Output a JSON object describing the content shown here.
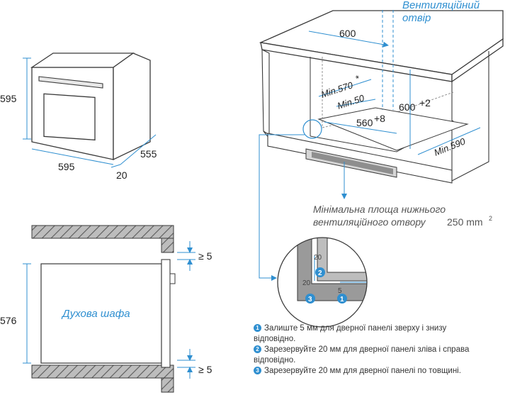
{
  "oven_front": {
    "height": "595",
    "width": "595",
    "depth": "555",
    "door": "20"
  },
  "cabinet": {
    "vent_label_line1": "Вентиляційний",
    "vent_label_line2": "отвір",
    "width_600": "600",
    "min_570": "Min.570",
    "min_570_sup": "*",
    "min_50": "Min.50",
    "height_600": "600",
    "height_600_sup": "+2",
    "width_560": "560",
    "width_560_sup": "+8",
    "min_590": "Min.590"
  },
  "vent_area": {
    "line1": "Мінімальна площа нижнього",
    "line2": "вентиляційного отвору",
    "value": "250 mm",
    "sup": "2"
  },
  "side_view": {
    "oven_label": "Духова шафа",
    "height": "576",
    "gap_top": "≥ 5",
    "gap_bottom": "≥ 5"
  },
  "detail": {
    "v20": "20",
    "h20": "20",
    "h5": "5",
    "n1": "1",
    "n2": "2",
    "n3": "3"
  },
  "notes": [
    {
      "num": "1",
      "text": "Залиште 5 мм для дверної панелі зверху і знизу відповідно."
    },
    {
      "num": "2",
      "text": "Зарезервуйте 20 мм для дверної панелі зліва і справа відповідно."
    },
    {
      "num": "3",
      "text": "Зарезервуйте 20 мм для дверної панелі по товщині."
    }
  ],
  "colors": {
    "accent": "#2f8fd0",
    "line": "#3a3a3a",
    "hatch": "#9a9a9a"
  }
}
